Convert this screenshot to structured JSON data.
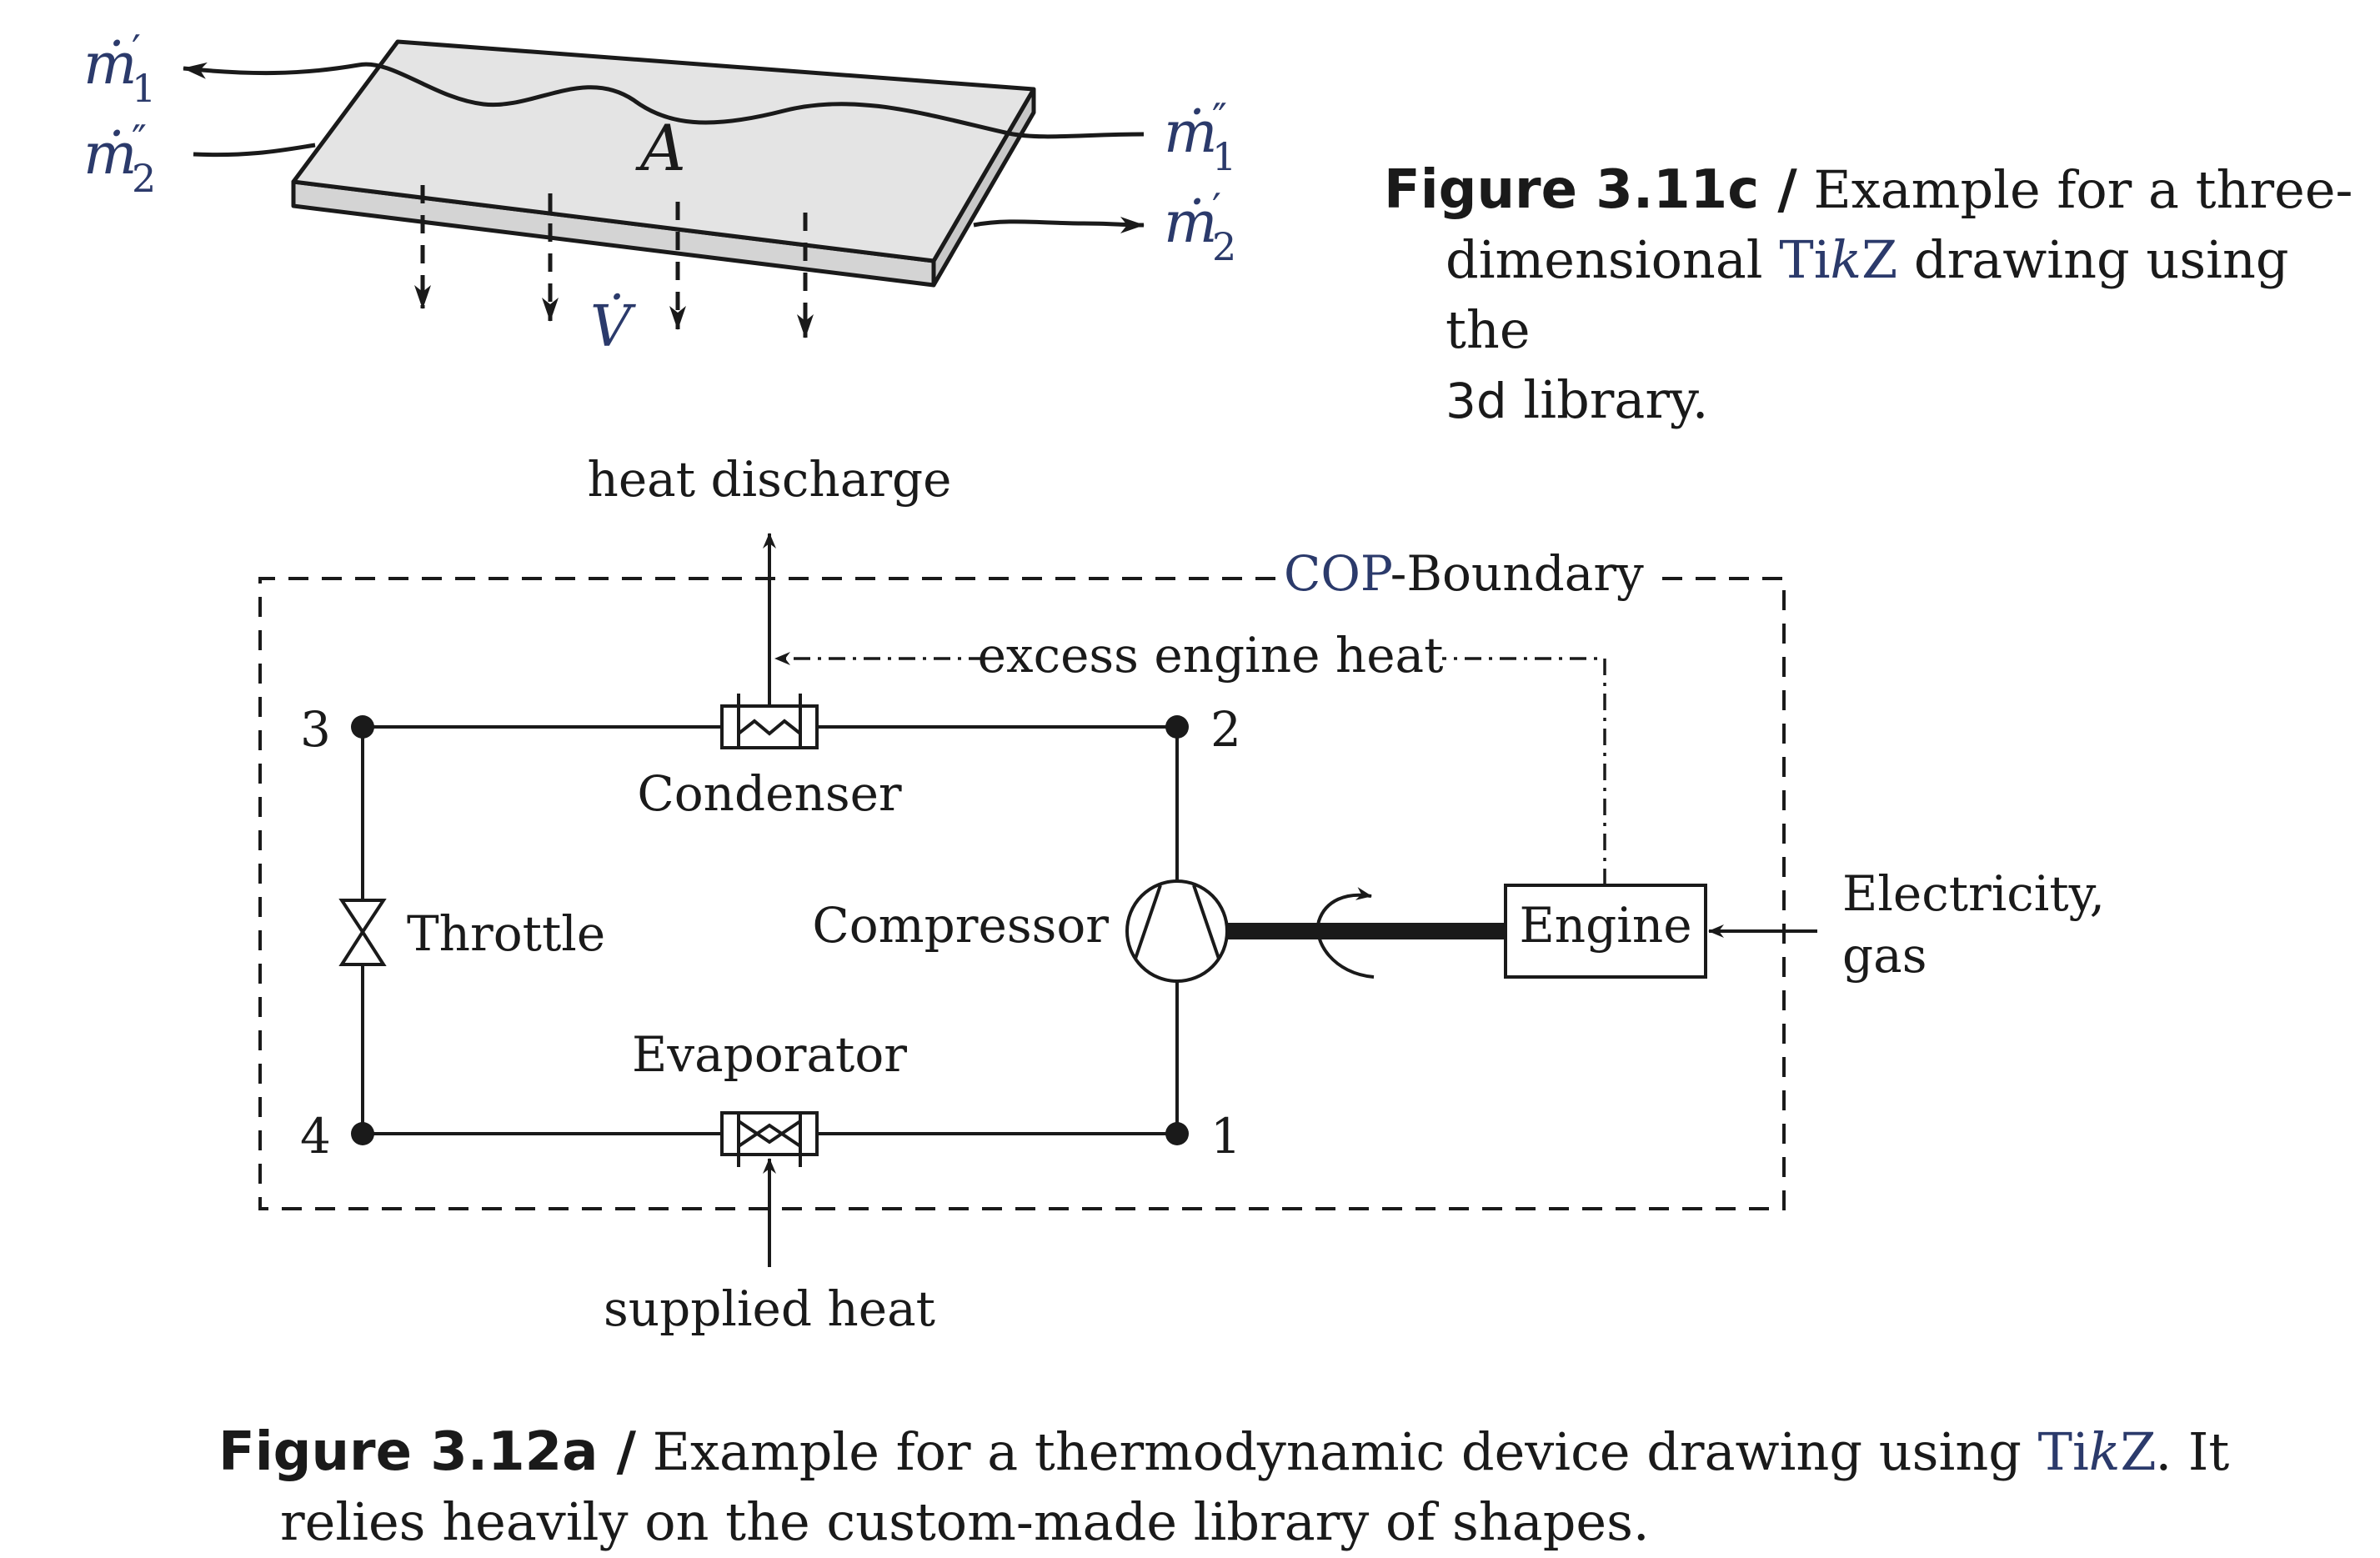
{
  "plate": {
    "label_A": "A",
    "flow_labels": {
      "m1_prime": {
        "base": "ṁ",
        "sub": "1",
        "prime": "′"
      },
      "m2_dprime": {
        "base": "ṁ",
        "sub": "2",
        "prime": "″"
      },
      "m1_dprime": {
        "base": "ṁ",
        "sub": "1",
        "prime": "″"
      },
      "m2_prime": {
        "base": "ṁ",
        "sub": "2",
        "prime": "′"
      }
    },
    "vdot": "V̇"
  },
  "caption_3_11c": {
    "fig": "Figure 3.11c /",
    "line1": " Example for a three-",
    "line2_a": "dimensional ",
    "tikz_a": "Ti",
    "tikz_k": "k",
    "tikz_z": "Z",
    "line2_b": " drawing using the",
    "line3_a": "3d",
    "line3_b": " library."
  },
  "cycle": {
    "heat_discharge": "heat discharge",
    "cop": "COP",
    "boundary": "-Boundary",
    "excess": "excess engine heat",
    "condenser": "Condenser",
    "compressor": "Compressor",
    "throttle": "Throttle",
    "evaporator": "Evaporator",
    "engine": "Engine",
    "electricity_1": "Electricity,",
    "electricity_2": "gas",
    "supplied_heat": "supplied heat",
    "node_1": "1",
    "node_2": "2",
    "node_3": "3",
    "node_4": "4"
  },
  "caption_3_12a": {
    "fig": "Figure 3.12a /",
    "line1_a": " Example for a thermodynamic device drawing using ",
    "tikz_a": "Ti",
    "tikz_k": "k",
    "tikz_z": "Z",
    "line1_b": ". It",
    "line2": "relies heavily on the custom-made library of shapes."
  },
  "colors": {
    "accent": "#2b3a6b",
    "plate_fill": "#e4e4e4",
    "ink": "#1a1a1a"
  }
}
